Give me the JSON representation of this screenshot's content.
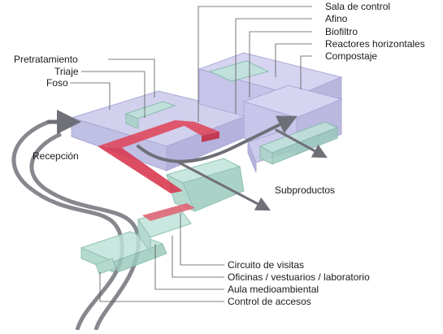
{
  "labels": {
    "sala_de_control": "Sala de control",
    "afino": "Afino",
    "biofiltro": "Biofiltro",
    "reactores_horizontales": "Reactores horizontales",
    "compostaje": "Compostaje",
    "pretratamiento": "Pretratamiento",
    "triaje": "Triaje",
    "foso": "Foso",
    "recepcion": "Recepción",
    "subproductos": "Subproductos",
    "circuito_de_visitas": "Circuito de visitas",
    "oficinas": "Oficinas / vestuarios / laboratorio",
    "aula_medioambiental": "Aula medioambiental",
    "control_de_accesos": "Control de accesos"
  },
  "colors": {
    "building_lavender": "#c9c8ea",
    "building_lavender_edge": "#9d9bcf",
    "visitor_green": "#bfe3d9",
    "visitor_green_edge": "#7fb8a8",
    "visit_circuit_red": "#e0495f",
    "flow_arrow_gray": "#6f6f78",
    "leader_line": "#555555"
  }
}
